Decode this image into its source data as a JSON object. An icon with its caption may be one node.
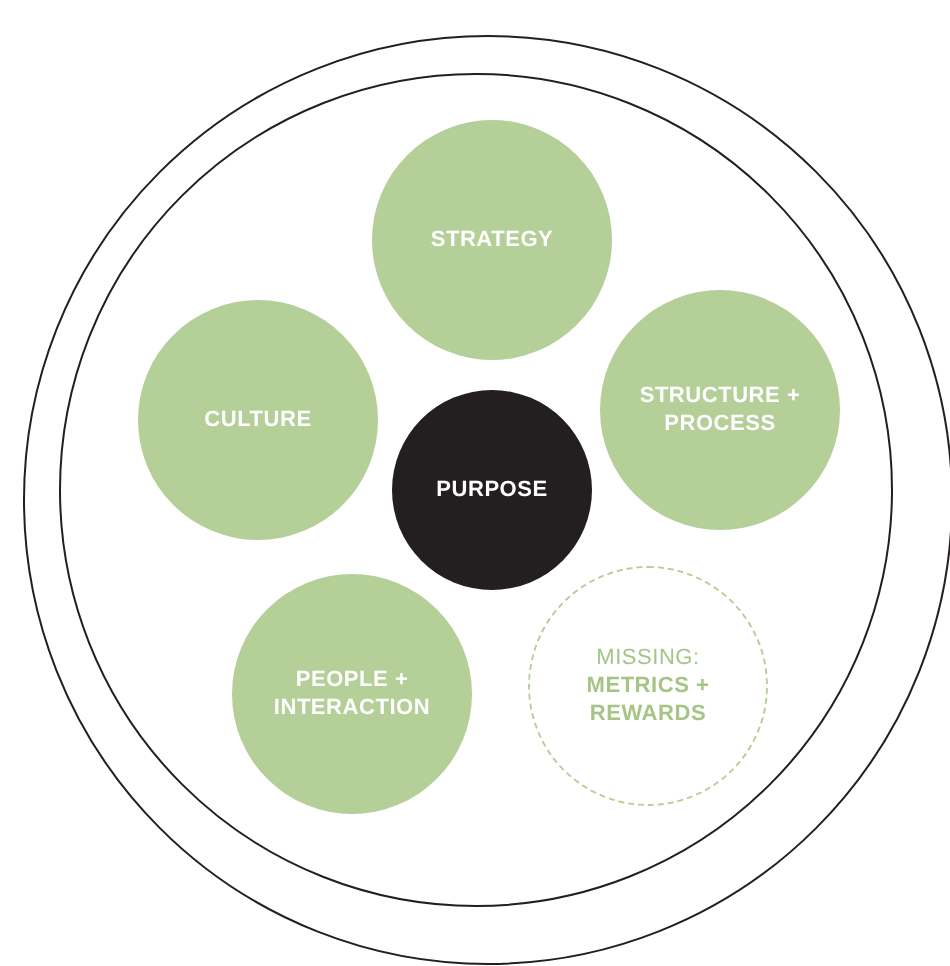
{
  "diagram": {
    "nodes": [
      {
        "text": [
          "STRATEGY"
        ]
      },
      {
        "text": [
          "CULTURE"
        ]
      },
      {
        "text": [
          "STRUCTURE + PROCESS"
        ]
      },
      {
        "text": [
          "PURPOSE"
        ]
      },
      {
        "text": [
          "PEOPLE + INTERACTION"
        ]
      },
      {
        "text": [
          "MISSING:",
          "METRICS + REWARDS"
        ]
      }
    ]
  }
}
